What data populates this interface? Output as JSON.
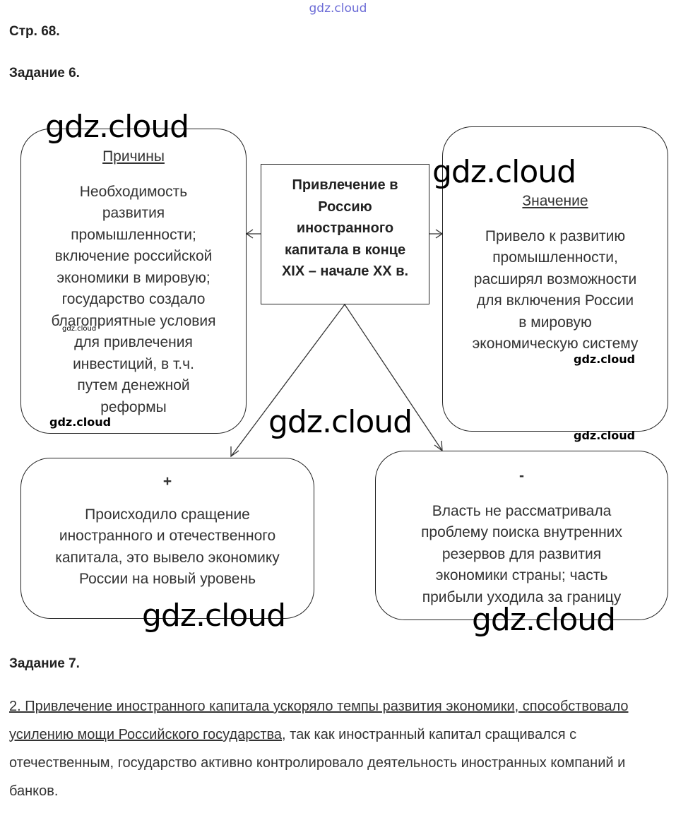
{
  "watermark_top": "gdz.cloud",
  "page_ref": "Стр. 68.",
  "task6_heading": "Задание 6.",
  "task7_heading": "Задание 7.",
  "causes": {
    "title": "Причины",
    "lines": [
      "Необходимость",
      "развития",
      "промышленности;",
      "включение российской",
      "экономики в мировую;",
      "государство создало",
      "благоприятные условия",
      "для привлечения",
      "инвестиций, в т.ч.",
      "путем денежной",
      "реформы"
    ]
  },
  "center": {
    "lines": [
      "Привлечение в",
      "Россию",
      "иностранного",
      "капитала в конце",
      "XIX – начале XX в."
    ]
  },
  "significance": {
    "title": "Значение",
    "lines": [
      "Привело к развитию",
      "промышленности,",
      "расширял возможности",
      "для включения России",
      "в мировую",
      "экономическую систему"
    ]
  },
  "plus": {
    "title": "+",
    "lines": [
      "Происходило сращение",
      "иностранного и отечественного",
      "капитала, это вывело экономику",
      "России на новый уровень"
    ]
  },
  "minus": {
    "title": "-",
    "lines": [
      "Власть не рассматривала",
      "проблему поиска внутренних",
      "резервов для развития",
      "экономики страны; часть",
      "прибыли уходила за границу"
    ]
  },
  "task7": {
    "underlined": "2. Привлечение иностранного капитала ускоряло темпы развития экономики, способствовало усилению мощи Российского государства",
    "rest": ", так как иностранный капитал сращивался с отечественным, государство активно контролировало деятельность иностранных компаний и банков."
  },
  "watermarks": {
    "big": "gdz.cloud",
    "small": "gdz.cloud",
    "tiny": "gdz.cloud"
  }
}
